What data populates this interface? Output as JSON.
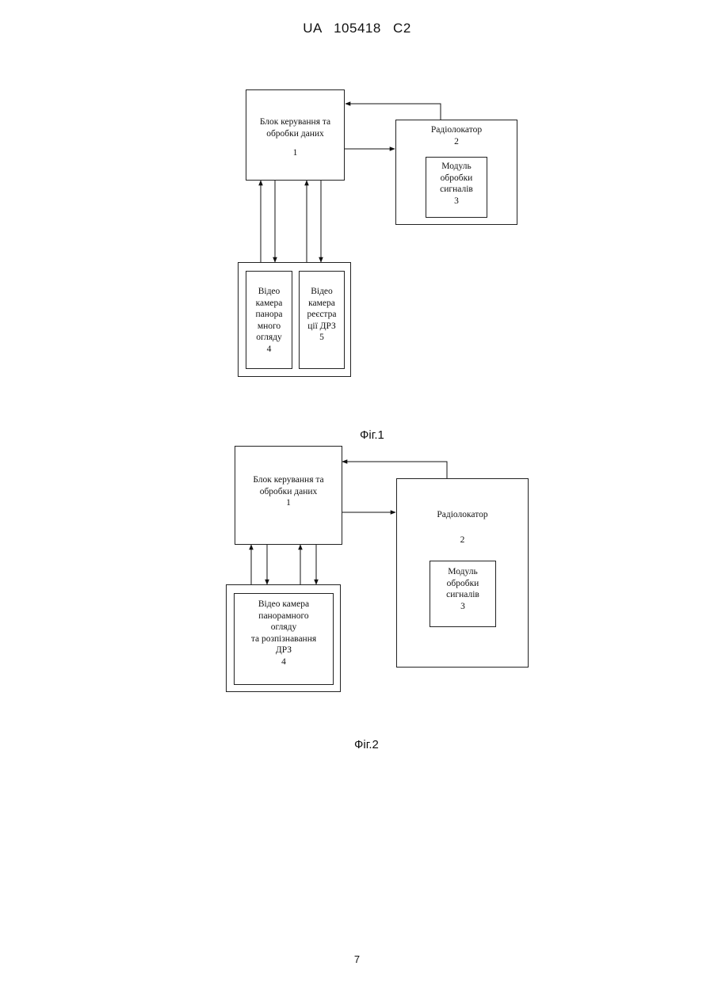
{
  "header": {
    "patent_number": "UA   105418   C2"
  },
  "figure1": {
    "caption": "Фіг.1",
    "control_block": {
      "line1": "Блок керування та",
      "line2": "обробки даних",
      "number": "1"
    },
    "radar": {
      "label": "Радіолокатор",
      "number": "2"
    },
    "signal_module": {
      "line1": "Модуль",
      "line2": "обробки",
      "line3": "сигналів",
      "number": "3"
    },
    "camera_panoramic": {
      "line1": "Відео",
      "line2": "камера",
      "line3": "панора",
      "line4": "много",
      "line5": "огляду",
      "number": "4"
    },
    "camera_registration": {
      "line1": "Відео",
      "line2": "камера",
      "line3": "реєстра",
      "line4": "ції ДРЗ",
      "number": "5"
    }
  },
  "figure2": {
    "caption": "Фіг.2",
    "control_block": {
      "line1": "Блок керування та",
      "line2": "обробки даних",
      "number": "1"
    },
    "radar": {
      "label": "Радіолокатор",
      "number": "2"
    },
    "signal_module": {
      "line1": "Модуль",
      "line2": "обробки",
      "line3": "сигналів",
      "number": "3"
    },
    "camera": {
      "line1": "Відео камера",
      "line2": "панорамного",
      "line3": "огляду",
      "line4": "та розпізнавання",
      "line5": "ДРЗ",
      "number": "4"
    }
  },
  "footer": {
    "page_number": "7"
  }
}
